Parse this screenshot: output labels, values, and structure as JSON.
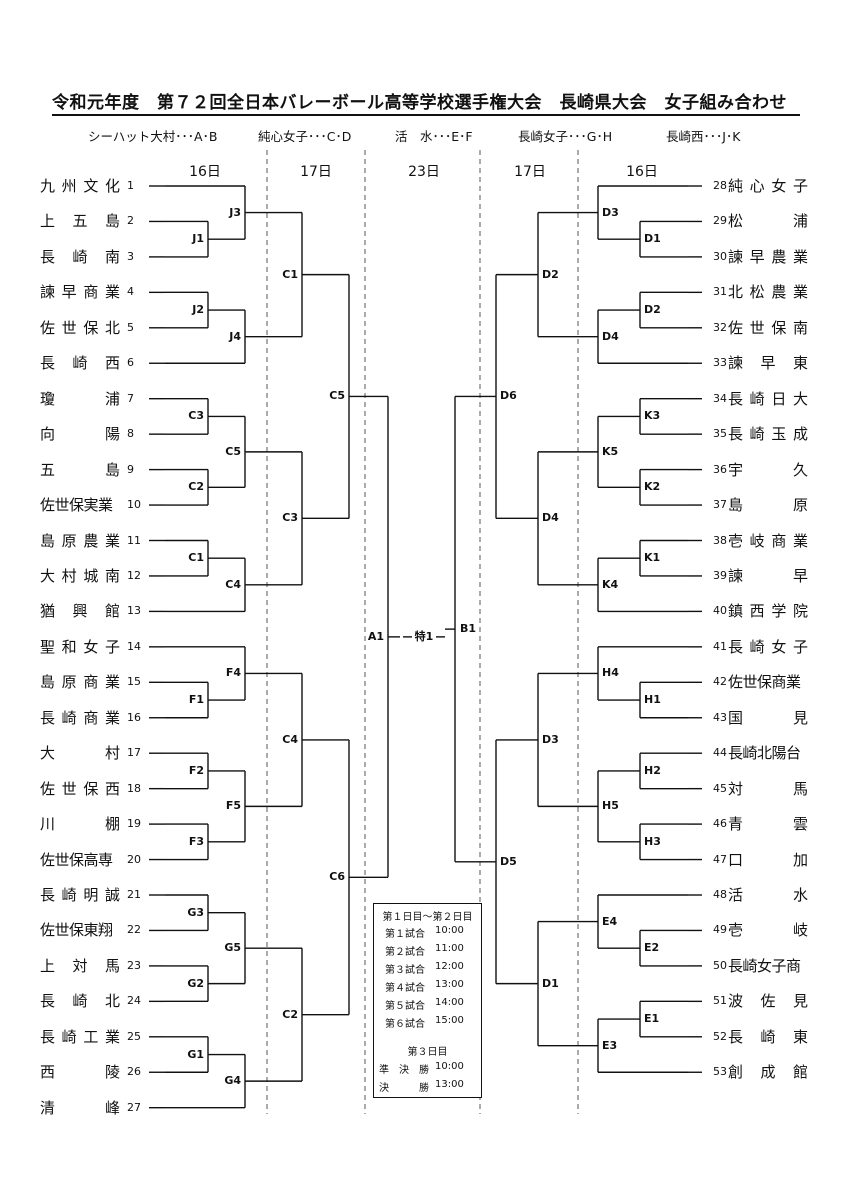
{
  "title": "令和元年度　第７２回全日本バレーボール高等学校選手権大会　長崎県大会　女子組み合わせ",
  "venues": [
    {
      "name": "シーハット大村",
      "courts": "･･･A･B"
    },
    {
      "name": "純心女子",
      "courts": "･･･C･D"
    },
    {
      "name": "活　水",
      "courts": "･･･E･F"
    },
    {
      "name": "長崎女子",
      "courts": "･･･G･H"
    },
    {
      "name": "長崎西",
      "courts": "･･･J･K"
    }
  ],
  "days": [
    "16日",
    "17日",
    "23日",
    "17日",
    "16日"
  ],
  "left_teams": [
    {
      "no": "1",
      "name": "九州文化"
    },
    {
      "no": "2",
      "name": "上五島"
    },
    {
      "no": "3",
      "name": "長崎南"
    },
    {
      "no": "4",
      "name": "諫早商業"
    },
    {
      "no": "5",
      "name": "佐世保北"
    },
    {
      "no": "6",
      "name": "長崎西"
    },
    {
      "no": "7",
      "name": "瓊浦"
    },
    {
      "no": "8",
      "name": "向陽"
    },
    {
      "no": "9",
      "name": "五島"
    },
    {
      "no": "10",
      "name": "佐世保実業"
    },
    {
      "no": "11",
      "name": "島原農業"
    },
    {
      "no": "12",
      "name": "大村城南"
    },
    {
      "no": "13",
      "name": "猶興館"
    },
    {
      "no": "14",
      "name": "聖和女子"
    },
    {
      "no": "15",
      "name": "島原商業"
    },
    {
      "no": "16",
      "name": "長崎商業"
    },
    {
      "no": "17",
      "name": "大村"
    },
    {
      "no": "18",
      "name": "佐世保西"
    },
    {
      "no": "19",
      "name": "川棚"
    },
    {
      "no": "20",
      "name": "佐世保高専"
    },
    {
      "no": "21",
      "name": "長崎明誠"
    },
    {
      "no": "22",
      "name": "佐世保東翔"
    },
    {
      "no": "23",
      "name": "上対馬"
    },
    {
      "no": "24",
      "name": "長崎北"
    },
    {
      "no": "25",
      "name": "長崎工業"
    },
    {
      "no": "26",
      "name": "西陵"
    },
    {
      "no": "27",
      "name": "清峰"
    }
  ],
  "right_teams": [
    {
      "no": "28",
      "name": "純心女子"
    },
    {
      "no": "29",
      "name": "松浦"
    },
    {
      "no": "30",
      "name": "諫早農業"
    },
    {
      "no": "31",
      "name": "北松農業"
    },
    {
      "no": "32",
      "name": "佐世保南"
    },
    {
      "no": "33",
      "name": "諫早東"
    },
    {
      "no": "34",
      "name": "長崎日大"
    },
    {
      "no": "35",
      "name": "長崎玉成"
    },
    {
      "no": "36",
      "name": "宇久"
    },
    {
      "no": "37",
      "name": "島原"
    },
    {
      "no": "38",
      "name": "壱岐商業"
    },
    {
      "no": "39",
      "name": "諫早"
    },
    {
      "no": "40",
      "name": "鎮西学院"
    },
    {
      "no": "41",
      "name": "長崎女子"
    },
    {
      "no": "42",
      "name": "佐世保商業"
    },
    {
      "no": "43",
      "name": "国見"
    },
    {
      "no": "44",
      "name": "長崎北陽台"
    },
    {
      "no": "45",
      "name": "対馬"
    },
    {
      "no": "46",
      "name": "青雲"
    },
    {
      "no": "47",
      "name": "口加"
    },
    {
      "no": "48",
      "name": "活水"
    },
    {
      "no": "49",
      "name": "壱岐"
    },
    {
      "no": "50",
      "name": "長崎女子商"
    },
    {
      "no": "51",
      "name": "波佐見"
    },
    {
      "no": "52",
      "name": "長崎東"
    },
    {
      "no": "53",
      "name": "創成館"
    }
  ],
  "matches": {
    "J1": "J1",
    "J2": "J2",
    "J3": "J3",
    "J4": "J4",
    "C3": "C3",
    "C2": "C2",
    "C5": "C5",
    "C1": "C1",
    "C4": "C4",
    "F1": "F1",
    "F2": "F2",
    "F3": "F3",
    "F4": "F4",
    "F5": "F5",
    "G1": "G1",
    "G2": "G2",
    "G3": "G3",
    "G4": "G4",
    "G5": "G5",
    "L_C1": "C1",
    "L_C3": "C3",
    "L_C4": "C4",
    "L_C2": "C2",
    "L_C5": "C5",
    "L_C6": "C6",
    "A1": "A1",
    "B1": "B1",
    "SF": "特1",
    "D1": "D1",
    "D2": "D2",
    "D3": "D3",
    "D4": "D4",
    "K1": "K1",
    "K2": "K2",
    "K3": "K3",
    "K4": "K4",
    "K5": "K5",
    "H1": "H1",
    "H2": "H2",
    "H3": "H3",
    "H4": "H4",
    "H5": "H5",
    "E1": "E1",
    "E2": "E2",
    "E3": "E3",
    "E4": "E4",
    "R_D2": "D2",
    "R_D4": "D4",
    "R_D3": "D3",
    "R_D1": "D1",
    "R_D6": "D6",
    "R_D5": "D5"
  },
  "schedule": {
    "header": "第１日目～第２日目",
    "rows": [
      {
        "label": "第１試合",
        "time": "10:00"
      },
      {
        "label": "第２試合",
        "time": "11:00"
      },
      {
        "label": "第３試合",
        "time": "12:00"
      },
      {
        "label": "第４試合",
        "time": "13:00"
      },
      {
        "label": "第５試合",
        "time": "14:00"
      },
      {
        "label": "第６試合",
        "time": "15:00"
      }
    ],
    "day3_header": "第３日目",
    "day3_rows": [
      {
        "label": "準　決　勝",
        "time": "10:00"
      },
      {
        "label": "決　　　勝",
        "time": "13:00"
      }
    ]
  }
}
